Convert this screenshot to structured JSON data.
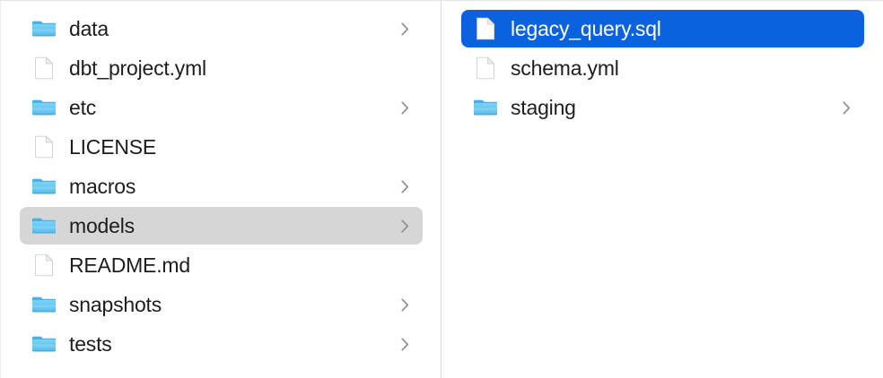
{
  "window": {
    "view_mode": "column",
    "accent_selection_color": "#0b62de",
    "inactive_selection_color": "#d6d6d6",
    "text_color": "#1d1d1f",
    "selected_text_color": "#ffffff",
    "folder_icon_color": "#5ac8f5",
    "divider_color": "#dcdcdc"
  },
  "columns": [
    {
      "name": "project-root-column",
      "items": [
        {
          "label": "data",
          "kind": "folder",
          "icon": "folder-icon",
          "has_children": true,
          "selected": false
        },
        {
          "label": "dbt_project.yml",
          "kind": "file",
          "icon": "document-icon",
          "has_children": false,
          "selected": false
        },
        {
          "label": "etc",
          "kind": "folder",
          "icon": "folder-icon",
          "has_children": true,
          "selected": false
        },
        {
          "label": "LICENSE",
          "kind": "file",
          "icon": "document-icon",
          "has_children": false,
          "selected": false
        },
        {
          "label": "macros",
          "kind": "folder",
          "icon": "folder-icon",
          "has_children": true,
          "selected": false
        },
        {
          "label": "models",
          "kind": "folder",
          "icon": "folder-icon",
          "has_children": true,
          "selected": true
        },
        {
          "label": "README.md",
          "kind": "file",
          "icon": "document-icon",
          "has_children": false,
          "selected": false
        },
        {
          "label": "snapshots",
          "kind": "folder",
          "icon": "folder-icon",
          "has_children": true,
          "selected": false
        },
        {
          "label": "tests",
          "kind": "folder",
          "icon": "folder-icon",
          "has_children": true,
          "selected": false
        }
      ]
    },
    {
      "name": "models-column",
      "items": [
        {
          "label": "legacy_query.sql",
          "kind": "file",
          "icon": "document-icon",
          "has_children": false,
          "selected": true
        },
        {
          "label": "schema.yml",
          "kind": "file",
          "icon": "document-icon",
          "has_children": false,
          "selected": false
        },
        {
          "label": "staging",
          "kind": "folder",
          "icon": "folder-icon",
          "has_children": true,
          "selected": false
        }
      ]
    }
  ]
}
